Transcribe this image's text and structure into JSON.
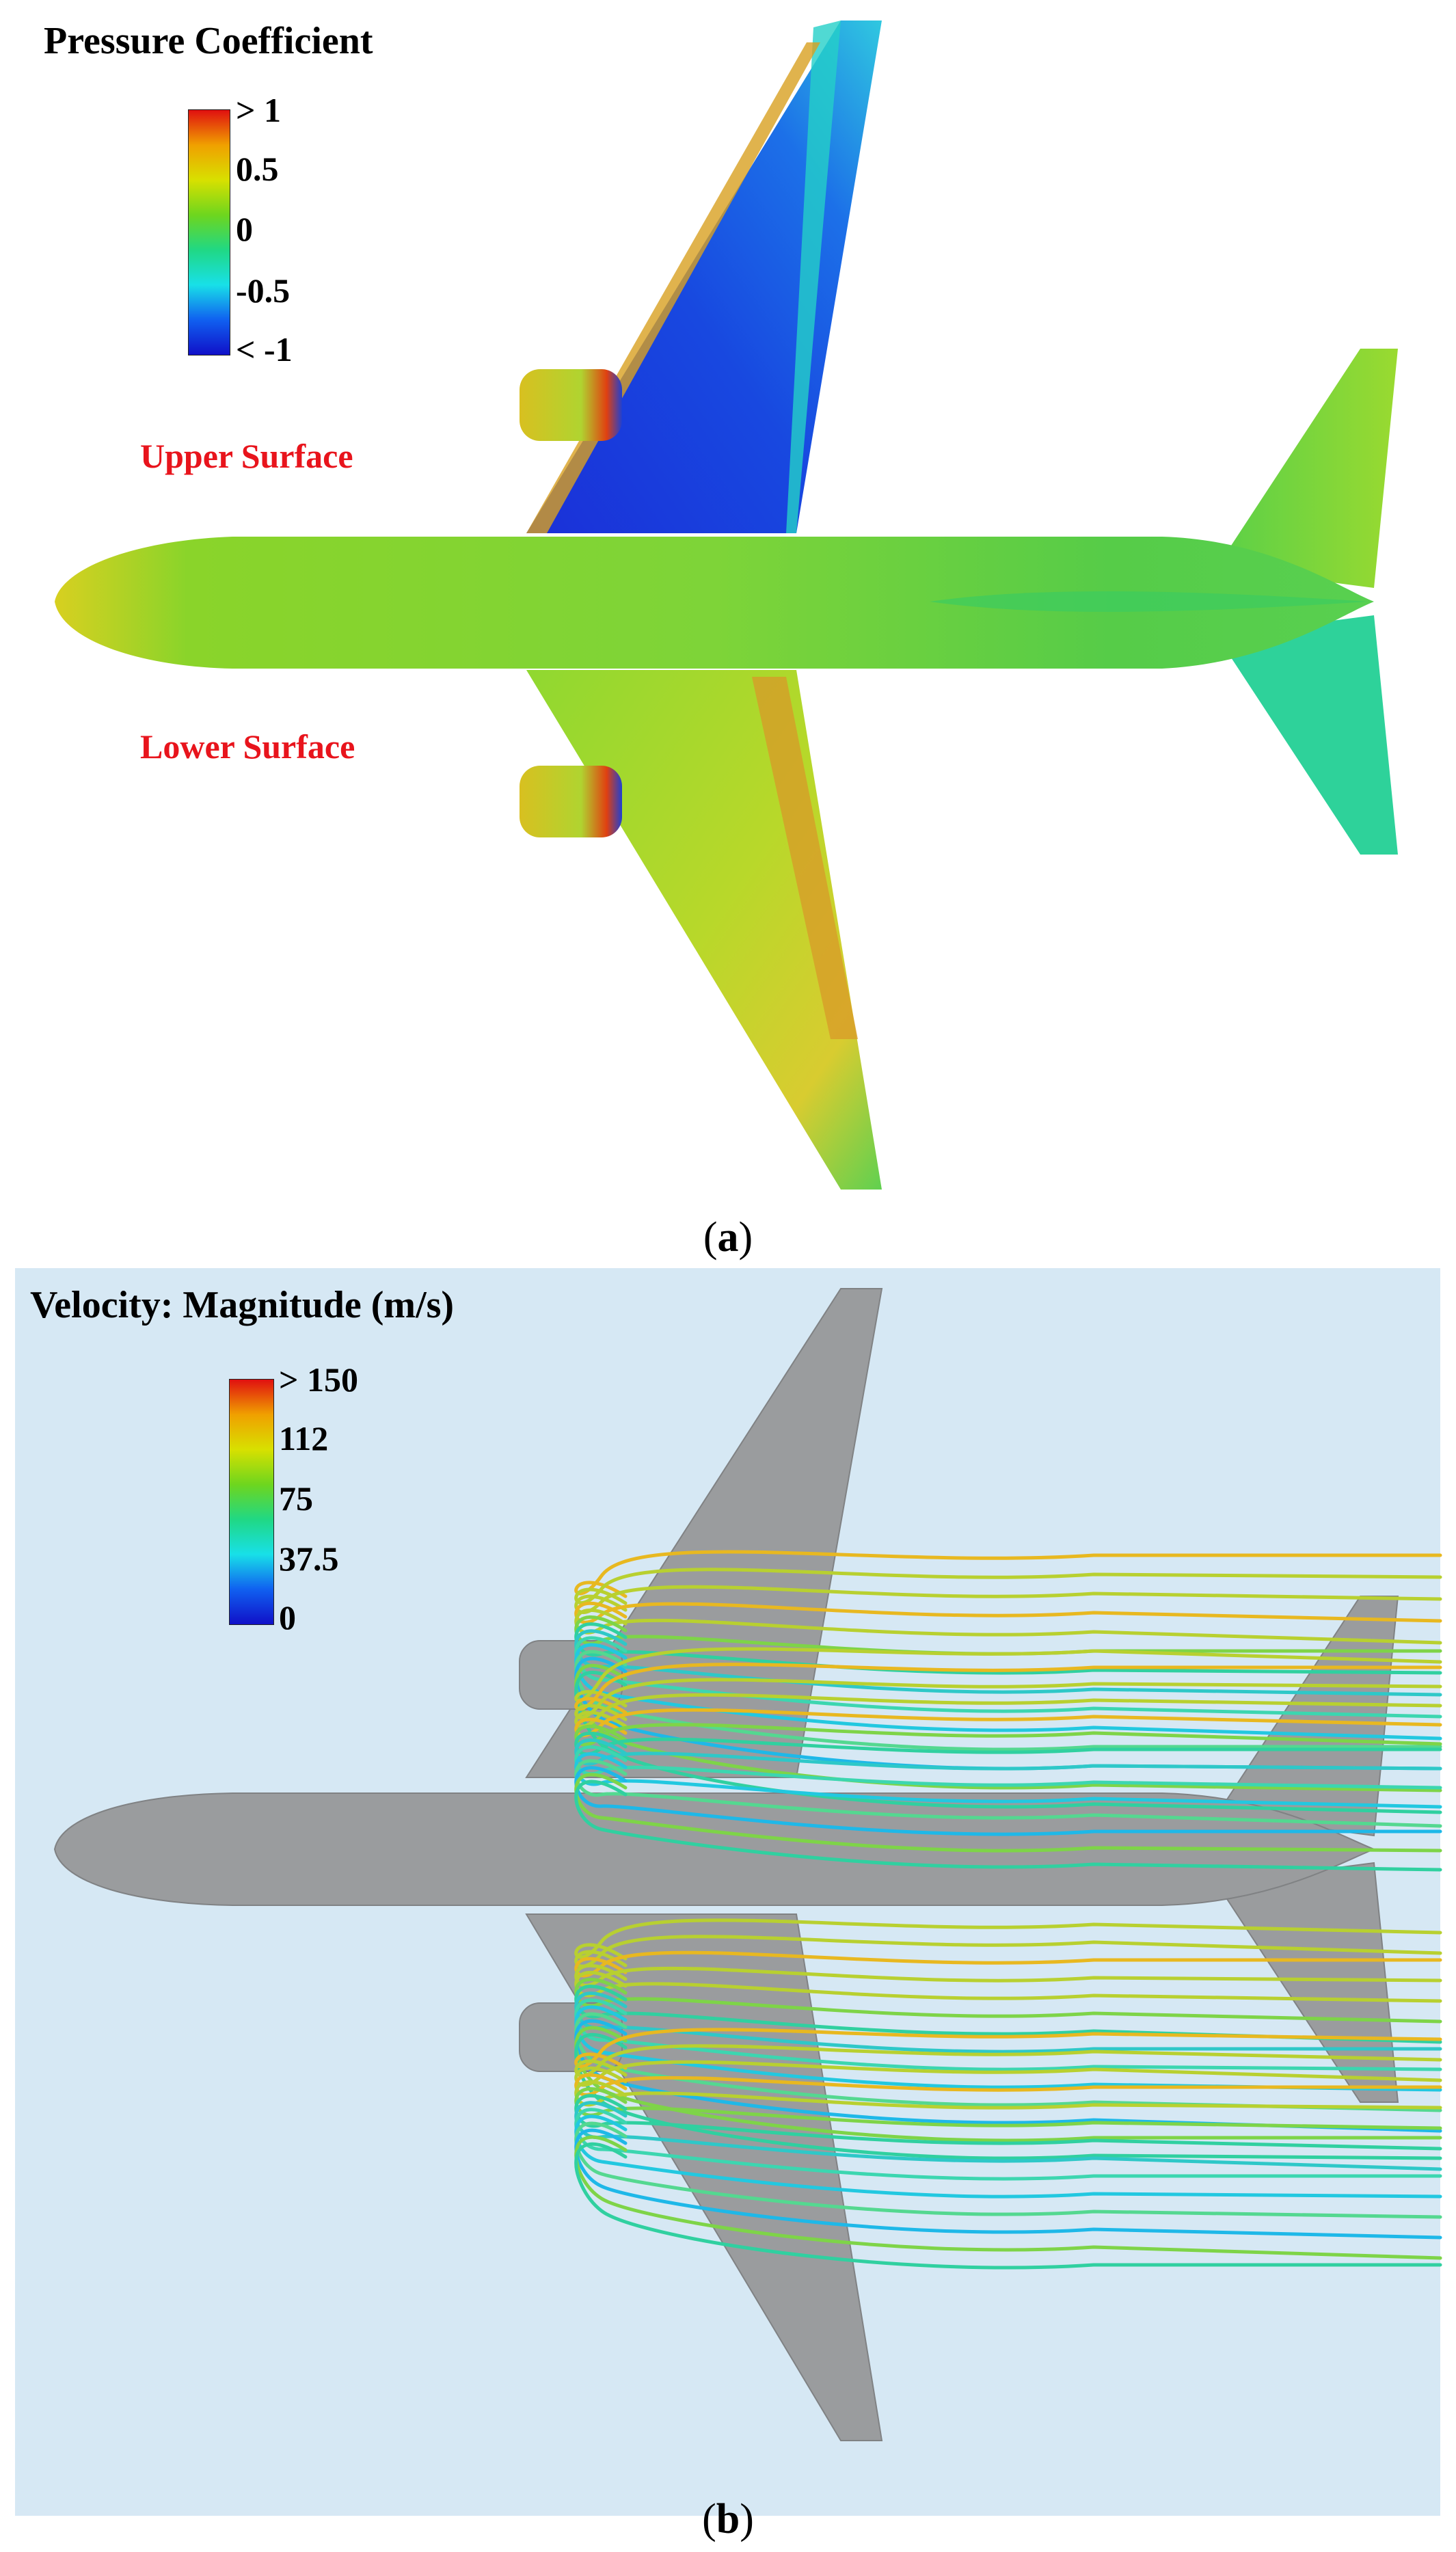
{
  "panel_a": {
    "title": "Pressure Coefficient",
    "ticks": [
      "> 1",
      "0.5",
      "0",
      "-0.5",
      "< -1"
    ],
    "labels": {
      "upper": "Upper Surface",
      "lower": "Lower Surface"
    },
    "caption_letter": "a",
    "colormap": [
      "#e01010",
      "#f0a000",
      "#d8e000",
      "#6ed61e",
      "#20d884",
      "#18e0e8",
      "#1060f0",
      "#1010c8"
    ]
  },
  "panel_b": {
    "title": "Velocity: Magnitude (m/s)",
    "ticks": [
      "> 150",
      "112",
      "75",
      "37.5",
      "0"
    ],
    "caption_letter": "b",
    "colormap": [
      "#e01010",
      "#f0a000",
      "#d8e000",
      "#6ed61e",
      "#20d884",
      "#18e0e8",
      "#1060f0",
      "#1010c8"
    ],
    "background": "#d6e8f4",
    "aircraft_color": "#9a9c9e"
  }
}
